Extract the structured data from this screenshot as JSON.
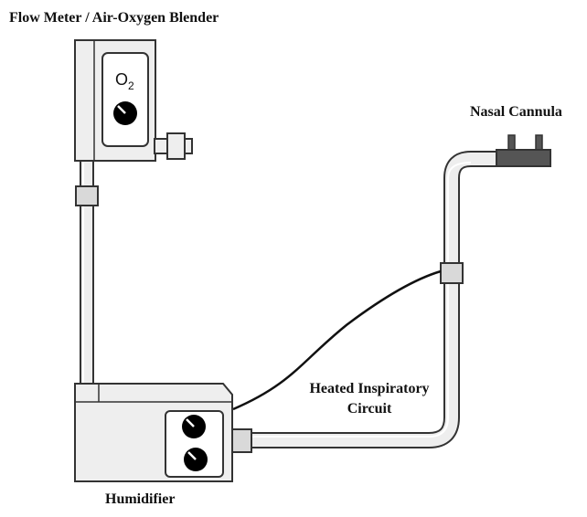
{
  "labels": {
    "flow_meter": "Flow Meter / Air-Oxygen Blender",
    "nasal_cannula": "Nasal Cannula",
    "heated_circuit_line1": "Heated Inspiratory",
    "heated_circuit_line2": "Circuit",
    "humidifier": "Humidifier"
  },
  "flow_meter_panel": {
    "gas_symbol": "O",
    "gas_subscript": "2"
  },
  "colors": {
    "device_fill": "#eeeeee",
    "panel_fill": "#ffffff",
    "connector_fill": "#d9d9d9",
    "cannula_fill": "#555555",
    "outline": "#333333",
    "knob": "#000000",
    "heater_wire": "#111111"
  }
}
